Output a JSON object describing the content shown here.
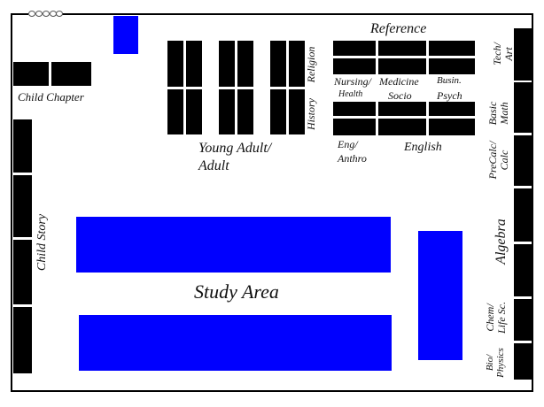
{
  "labels": {
    "reference": "Reference",
    "tech_art": [
      "Tech/",
      "Art"
    ],
    "child_chapter": "Child Chapter",
    "religion": "Religion",
    "history": "History",
    "nursing": "Nursing/",
    "health": "Health",
    "medicine": "Medicine",
    "socio": "Socio",
    "busin": "Busin.",
    "psych": "Psych",
    "basic_math": [
      "Basic",
      "Math"
    ],
    "young_adult": "Young Adult/",
    "adult": "Adult",
    "eng": "Eng/",
    "anthro": "Anthro",
    "english": "English",
    "precalc": [
      "PreCalc/",
      "Calc"
    ],
    "child_story": "Child Story",
    "algebra": "Algebra",
    "study_area": "Study Area",
    "chem": [
      "Chem/",
      "Life Sc."
    ],
    "bio": [
      "Bio/",
      "Physics"
    ]
  },
  "colors": {
    "shelf": "#000000",
    "table": "#0000ff",
    "background": "#ffffff"
  }
}
